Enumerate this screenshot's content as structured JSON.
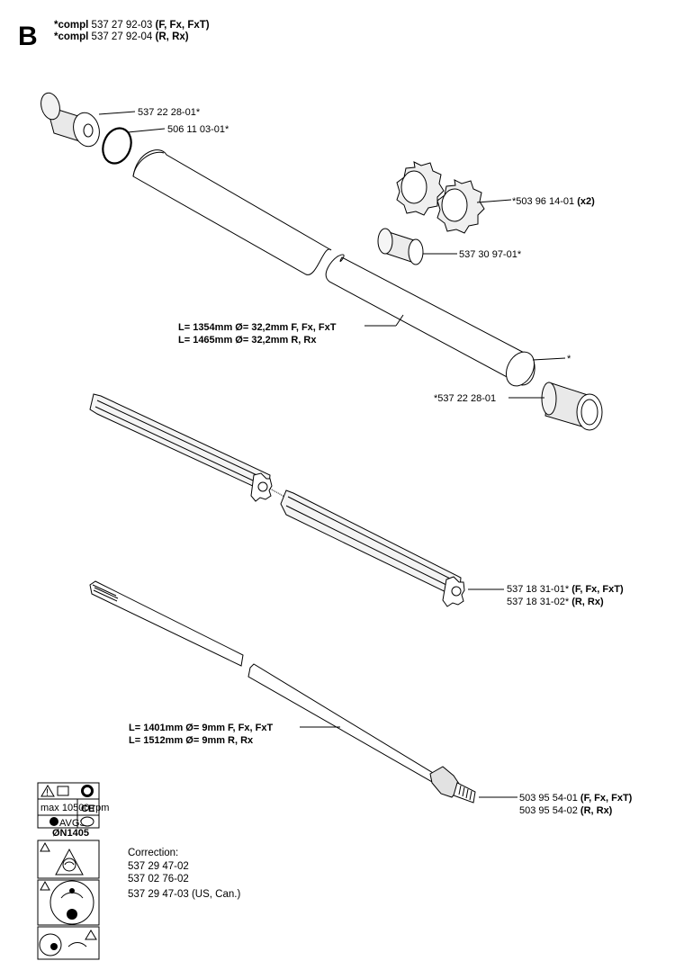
{
  "section_letter": "B",
  "header": {
    "line1": {
      "prefix": "*compl",
      "number": "537 27 92-03",
      "models": "(F, Fx, FxT)"
    },
    "line2": {
      "prefix": "*compl",
      "number": "537 27 92-04",
      "models": "(R, Rx)"
    }
  },
  "parts": {
    "end_sleeve_top": "537 22 28-01*",
    "o_ring": "506 11 03-01*",
    "star_washer": {
      "number": "*503 96 14-01",
      "qty": "(x2)"
    },
    "sleeve": "537 30 97-01*",
    "tube_end_star": "*",
    "end_sleeve_bottom": "*537 22 28-01",
    "tube": {
      "line1": {
        "text": "L= 1354mm Ø= 32,2mm F, Fx, FxT"
      },
      "line2": {
        "text": "L= 1465mm Ø= 32,2mm R, Rx"
      }
    },
    "liner": {
      "line1": {
        "number": "537 18 31-01*",
        "models": "(F, Fx, FxT)"
      },
      "line2": {
        "number": "537 18 31-02*",
        "models": "(R, Rx)"
      }
    },
    "shaft": {
      "line1": {
        "text": "L= 1401mm Ø= 9mm F, Fx, FxT"
      },
      "line2": {
        "text": "L= 1512mm Ø= 9mm R, Rx"
      }
    },
    "shaft_end": {
      "line1": {
        "number": "503 95 54-01",
        "models": "(F, Fx, FxT)"
      },
      "line2": {
        "number": "503 95 54-02",
        "models": "(R, Rx)"
      }
    }
  },
  "decals": {
    "rpm_text": "max 10500 rpm",
    "ce_mark": "CE",
    "standard": "ØN1405",
    "sticker_text": "AVGS"
  },
  "correction": {
    "title": "Correction:",
    "items": [
      "537 29 47-02",
      "537 02 76-02",
      "537 29 47-03 (US, Can.)"
    ]
  },
  "icons": {
    "warning": "warning-triangle-icon",
    "manual": "manual-book-icon",
    "helmet": "helmet-icon"
  }
}
